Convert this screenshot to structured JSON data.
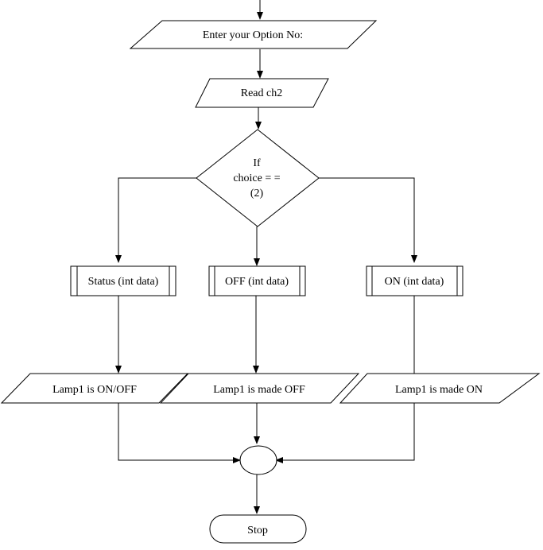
{
  "flowchart": {
    "input_prompt": "Enter your Option No:",
    "read_step": "Read ch2",
    "decision": {
      "line1": "If",
      "line2": "choice = =",
      "line3": "(2)"
    },
    "process_status": "Status (int data)",
    "process_off": "OFF (int data)",
    "process_on": "ON (int data)",
    "output_status": "Lamp1 is ON/OFF",
    "output_off": "Lamp1 is made OFF",
    "output_on": "Lamp1 is made ON",
    "terminator": "Stop"
  }
}
